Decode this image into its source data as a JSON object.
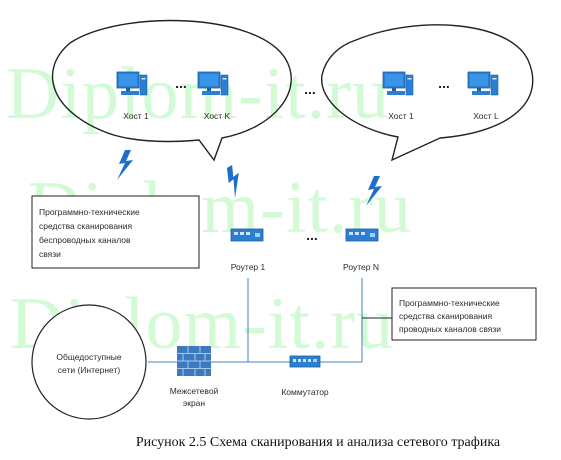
{
  "watermark": "Diplom-it.ru",
  "hosts": [
    "Хост 1",
    "Хост K",
    "Хост 1",
    "Хост L"
  ],
  "ellipsis": "...",
  "routers": [
    "Роутер 1",
    "Роутер N"
  ],
  "wireless_box": {
    "lines": [
      "Программно-технические",
      "средства сканирования",
      "беспроводных каналов",
      "связи"
    ]
  },
  "wired_box": {
    "lines": [
      "Программно-технические",
      "средства сканирования",
      "проводных каналов связи"
    ]
  },
  "public_network": {
    "lines": [
      "Общедоступные",
      "сети (Интернет)"
    ]
  },
  "firewall": {
    "lines": [
      "Межсетевой",
      "экран"
    ]
  },
  "switch_label": "Коммутатор",
  "caption": "Рисунок 2.5 Схема сканирования и анализа сетевого трафика",
  "colors": {
    "device_blue": "#2a7fd4",
    "lightning": "#1c6fc9",
    "line": "#4a7fb0",
    "firewall": "#3c7ac0",
    "watermark": "#5cf06a"
  }
}
